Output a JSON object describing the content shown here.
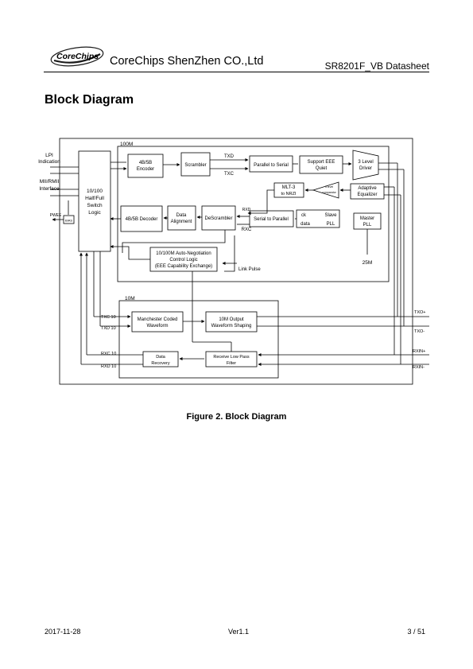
{
  "header": {
    "logo_text": "CoreChips",
    "company": "CoreChips ShenZhen CO.,Ltd",
    "doc_title": "SR8201F_VB Datasheet"
  },
  "section_heading": "Block Diagram",
  "diagram": {
    "group_100m": "100M",
    "group_10m": "10M",
    "blocks": {
      "mac": [
        "10/100",
        "Half/Full",
        "Switch",
        "Logic"
      ],
      "enc4b5b": [
        "4B/5B",
        "Encoder"
      ],
      "scrambler": [
        "Scrambler"
      ],
      "p2s": [
        "Parallel to Serial"
      ],
      "eee_quiet": [
        "Support EEE",
        "Quiet"
      ],
      "driver3": [
        "3 Level",
        "Driver"
      ],
      "mlt3": [
        "MLT-3",
        "to NRZI"
      ],
      "comparator": [
        "3 level",
        "comparator"
      ],
      "adaptive_eq": [
        "Adaptive",
        "Equalizer"
      ],
      "dec4b5b": [
        "4B/5B Decoder"
      ],
      "data_align": [
        "Data",
        "Alignment"
      ],
      "descrambler": [
        "DeScrambler"
      ],
      "s2p": [
        "Serial to Parallel"
      ],
      "slave_pll": [
        "Slave",
        "PLL"
      ],
      "slave_ck": "ck",
      "slave_data": "data",
      "master_pll": [
        "Master",
        "PLL"
      ],
      "autoneg": [
        "10/100M Auto-Negotiation",
        "Control Logic",
        "(EEE Capability Exchange)"
      ],
      "manchester": [
        "Manchester Coded",
        "Waveform"
      ],
      "out10m": [
        "10M Output",
        "Waveform Shaping"
      ],
      "recovery": [
        "Data",
        "Recovery"
      ],
      "lpf": [
        "Receive Low Pass",
        "Filter"
      ],
      "bias": "BIAS"
    },
    "labels": {
      "lpi": [
        "LPI",
        "Indication"
      ],
      "mii": [
        "MII/RMII",
        "Interface"
      ],
      "pwr": "PWEE",
      "txd": "TXD",
      "txc": "TXC",
      "rxd": "RXD",
      "rxc": "RXC",
      "freq": "25M",
      "link_pulse": "Link Pulse",
      "txc10": "TXC  10",
      "txd10": "TXD  10",
      "rxc10": "RXC 10",
      "rxd10": "RXD 10",
      "txp": "TXO+",
      "txn": "TXO-",
      "rxp": "RXIN+",
      "rxn": "RXIN-"
    }
  },
  "caption": "Figure 2. Block Diagram",
  "footer": {
    "date": "2017-11-28",
    "version": "Ver1.1",
    "page": "3 / 51"
  }
}
